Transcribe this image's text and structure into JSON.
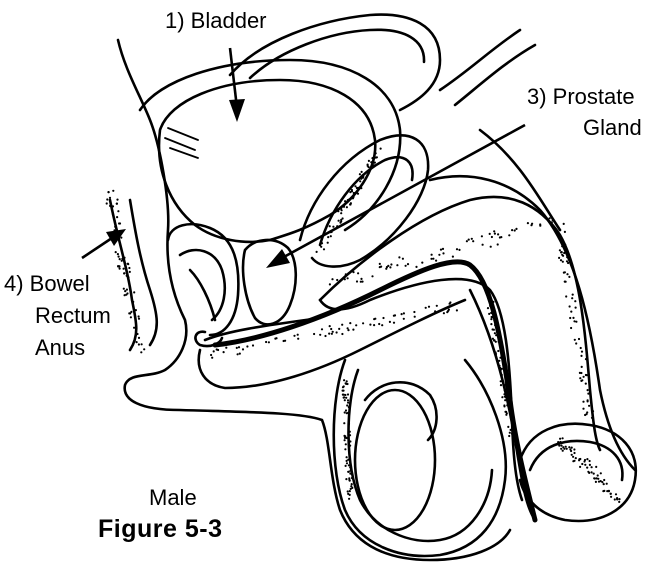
{
  "labels": {
    "bladder": "1) Bladder",
    "prostate_line1": "3) Prostate",
    "prostate_line2": "Gland",
    "bowel_line1": "4) Bowel",
    "bowel_line2": "Rectum",
    "bowel_line3": "Anus"
  },
  "caption": {
    "subject": "Male",
    "figure": "Figure 5-3"
  },
  "colors": {
    "ink": "#000000",
    "paper": "#ffffff"
  }
}
